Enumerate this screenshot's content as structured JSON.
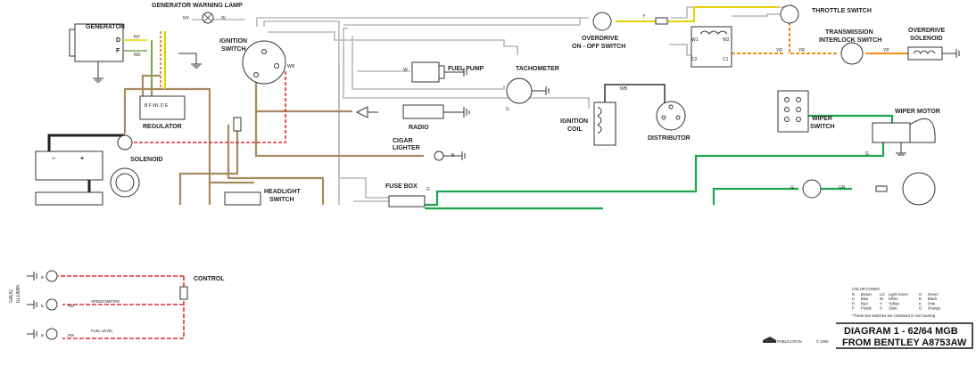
{
  "components": {
    "generator": "GENERATOR",
    "generator_warning_lamp": "GENERATOR WARNING LAMP",
    "ignition_switch": [
      "IGNITION",
      "SWITCH"
    ],
    "regulator": "REGULATOR",
    "solenoid": "SOLENOID",
    "radio": "RADIO",
    "cigar_lighter": [
      "CIGAR",
      "LIGHTER"
    ],
    "fuse_box": "FUSE BOX",
    "headlight_switch": [
      "HEADLIGHT",
      "SWITCH"
    ],
    "fuel_pump": "FUEL PUMP",
    "tachometer": "TACHOMETER",
    "ignition_coil": [
      "IGNITION",
      "COIL"
    ],
    "distributor": "DISTRIBUTOR",
    "overdrive_switch": [
      "OVERDRIVE",
      "ON - OFF SWITCH"
    ],
    "throttle_switch": "THROTTLE SWITCH",
    "transmission_interlock_switch": [
      "TRANSMISSION",
      "INTERLOCK SWITCH"
    ],
    "overdrive_solenoid": [
      "OVERDRIVE",
      "SOLENOID"
    ],
    "wiper_switch": [
      "WIPER",
      "SWITCH"
    ],
    "wiper_motor": "WIPER MOTOR",
    "gauge_illumination": [
      "GAUG",
      "ILLUMIN"
    ],
    "control": "CONTROL"
  },
  "terminal_labels": {
    "gen_d": "D",
    "gen_f": "F",
    "reg_terms": "B  F  WL D  E",
    "coil_w1": "W1",
    "coil_w2": "W2",
    "coil_c2": "C2",
    "coil_c1": "C1",
    "speedometer": "SPEEDOMETER",
    "fuel_level": "FUEL LEVEL"
  },
  "wire_codes": {
    "ny": "NY",
    "w": "W",
    "ng": "NG",
    "n": "N",
    "wr": "WR",
    "y": "Y",
    "yr": "YR",
    "yp": "YP",
    "g": "G",
    "gn": "GN",
    "b": "B",
    "wb": "WB",
    "rw": "RW",
    "g2": "G"
  },
  "color_codes": {
    "title": "COLOR CODES",
    "rows": [
      [
        "N",
        "Brown",
        "LG",
        "Light Green",
        "G",
        "Green"
      ],
      [
        "U",
        "Blue",
        "W",
        "White",
        "B",
        "Black"
      ],
      [
        "R",
        "Red",
        "Y",
        "Yellow",
        "K",
        "Pink"
      ],
      [
        "P",
        "Purple",
        "S",
        "Slate",
        "O",
        "Orange"
      ]
    ],
    "note": "*These two switches are combined in one housing"
  },
  "title_block": {
    "line1": "DIAGRAM 1 - 62/64 MGB",
    "line2": "FROM BENTLEY A8753AW",
    "publisher": "PUBLICATION",
    "copyright": "© 2005"
  },
  "colors": {
    "brown": "#a88a60",
    "white_wire": "#b8b8b8",
    "red": "#e03030",
    "yellow": "#e8d000",
    "orange": "#f08c1a",
    "green": "#1aa64a",
    "black": "#222222"
  }
}
